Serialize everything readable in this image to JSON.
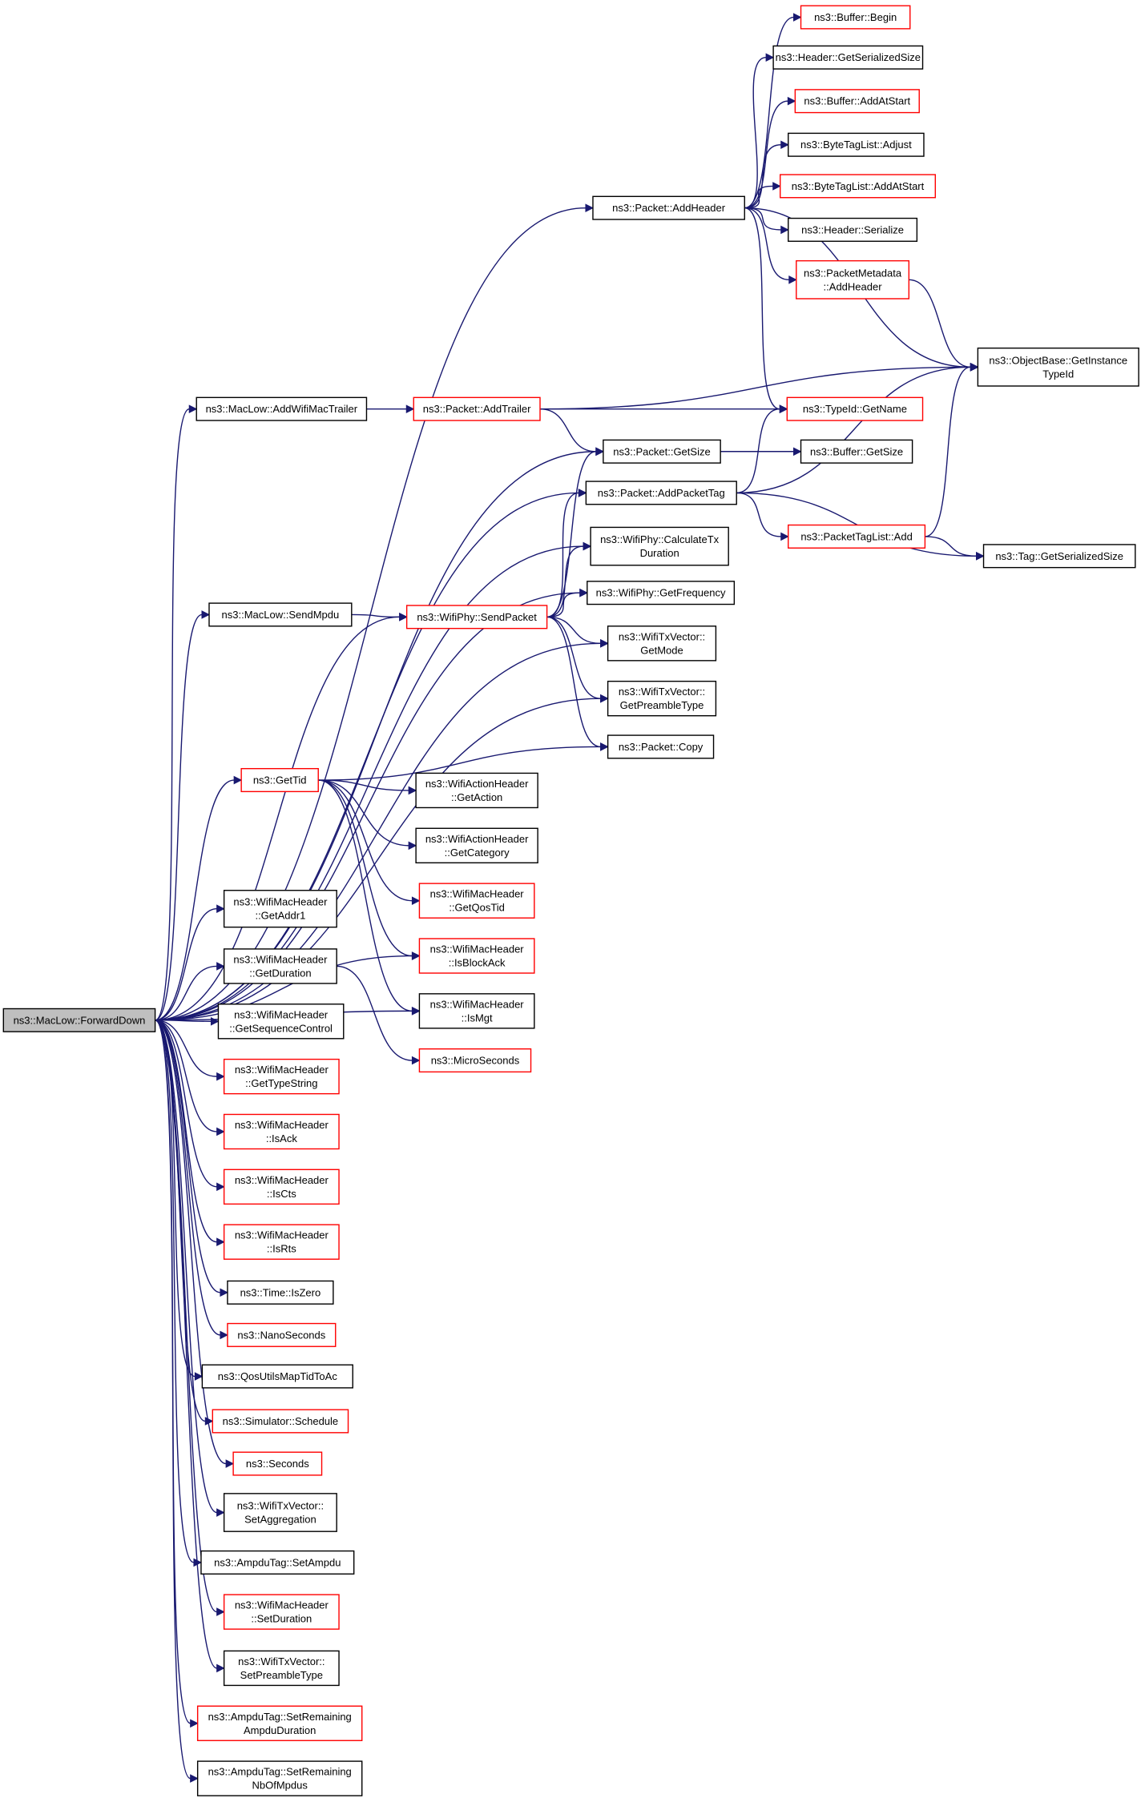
{
  "colors": {
    "edge": "#191970",
    "border_black": "#000000",
    "border_red": "#ff0000",
    "root_fill": "#bfbfbf",
    "node_fill": "#ffffff"
  },
  "nodes": [
    {
      "id": "root",
      "lines": [
        "ns3::MacLow::ForwardDown"
      ],
      "border": "black",
      "root": true
    },
    {
      "id": "addHeader",
      "lines": [
        "ns3::Packet::AddHeader"
      ],
      "border": "black"
    },
    {
      "id": "bufBegin",
      "lines": [
        "ns3::Buffer::Begin"
      ],
      "border": "red"
    },
    {
      "id": "hdrGetSer",
      "lines": [
        "ns3::Header::GetSerializedSize"
      ],
      "border": "black"
    },
    {
      "id": "bufAddAtStart",
      "lines": [
        "ns3::Buffer::AddAtStart"
      ],
      "border": "red"
    },
    {
      "id": "btlAdjust",
      "lines": [
        "ns3::ByteTagList::Adjust"
      ],
      "border": "black"
    },
    {
      "id": "btlAddAtStart",
      "lines": [
        "ns3::ByteTagList::AddAtStart"
      ],
      "border": "red"
    },
    {
      "id": "hdrSerialize",
      "lines": [
        "ns3::Header::Serialize"
      ],
      "border": "black"
    },
    {
      "id": "pmAddHeader",
      "lines": [
        "ns3::PacketMetadata",
        "::AddHeader"
      ],
      "border": "red"
    },
    {
      "id": "obGetInst",
      "lines": [
        "ns3::ObjectBase::GetInstance",
        "TypeId"
      ],
      "border": "black"
    },
    {
      "id": "addWifiMacTrailer",
      "lines": [
        "ns3::MacLow::AddWifiMacTrailer"
      ],
      "border": "black"
    },
    {
      "id": "addTrailer",
      "lines": [
        "ns3::Packet::AddTrailer"
      ],
      "border": "red"
    },
    {
      "id": "typeIdGetName",
      "lines": [
        "ns3::TypeId::GetName"
      ],
      "border": "red"
    },
    {
      "id": "pktGetSize",
      "lines": [
        "ns3::Packet::GetSize"
      ],
      "border": "black"
    },
    {
      "id": "bufGetSize",
      "lines": [
        "ns3::Buffer::GetSize"
      ],
      "border": "black"
    },
    {
      "id": "addPacketTag",
      "lines": [
        "ns3::Packet::AddPacketTag"
      ],
      "border": "black"
    },
    {
      "id": "ptlAdd",
      "lines": [
        "ns3::PacketTagList::Add"
      ],
      "border": "red"
    },
    {
      "id": "tagGetSer",
      "lines": [
        "ns3::Tag::GetSerializedSize"
      ],
      "border": "black"
    },
    {
      "id": "calcTx",
      "lines": [
        "ns3::WifiPhy::CalculateTx",
        "Duration"
      ],
      "border": "black"
    },
    {
      "id": "getFreq",
      "lines": [
        "ns3::WifiPhy::GetFrequency"
      ],
      "border": "black"
    },
    {
      "id": "sendMpdu",
      "lines": [
        "ns3::MacLow::SendMpdu"
      ],
      "border": "black"
    },
    {
      "id": "sendPacket",
      "lines": [
        "ns3::WifiPhy::SendPacket"
      ],
      "border": "red"
    },
    {
      "id": "getMode",
      "lines": [
        "ns3::WifiTxVector::",
        "GetMode"
      ],
      "border": "black"
    },
    {
      "id": "getPreamble",
      "lines": [
        "ns3::WifiTxVector::",
        "GetPreambleType"
      ],
      "border": "black"
    },
    {
      "id": "pktCopy",
      "lines": [
        "ns3::Packet::Copy"
      ],
      "border": "black"
    },
    {
      "id": "getTid",
      "lines": [
        "ns3::GetTid"
      ],
      "border": "red"
    },
    {
      "id": "getAction",
      "lines": [
        "ns3::WifiActionHeader",
        "::GetAction"
      ],
      "border": "black"
    },
    {
      "id": "getCategory",
      "lines": [
        "ns3::WifiActionHeader",
        "::GetCategory"
      ],
      "border": "black"
    },
    {
      "id": "getQosTid",
      "lines": [
        "ns3::WifiMacHeader",
        "::GetQosTid"
      ],
      "border": "red"
    },
    {
      "id": "isBlockAck",
      "lines": [
        "ns3::WifiMacHeader",
        "::IsBlockAck"
      ],
      "border": "red"
    },
    {
      "id": "isMgt",
      "lines": [
        "ns3::WifiMacHeader",
        "::IsMgt"
      ],
      "border": "black"
    },
    {
      "id": "getAddr1",
      "lines": [
        "ns3::WifiMacHeader",
        "::GetAddr1"
      ],
      "border": "black"
    },
    {
      "id": "getDuration",
      "lines": [
        "ns3::WifiMacHeader",
        "::GetDuration"
      ],
      "border": "black"
    },
    {
      "id": "microSeconds",
      "lines": [
        "ns3::MicroSeconds"
      ],
      "border": "red"
    },
    {
      "id": "getSeqCtrl",
      "lines": [
        "ns3::WifiMacHeader",
        "::GetSequenceControl"
      ],
      "border": "black"
    },
    {
      "id": "getTypeString",
      "lines": [
        "ns3::WifiMacHeader",
        "::GetTypeString"
      ],
      "border": "red"
    },
    {
      "id": "isAck",
      "lines": [
        "ns3::WifiMacHeader",
        "::IsAck"
      ],
      "border": "red"
    },
    {
      "id": "isCts",
      "lines": [
        "ns3::WifiMacHeader",
        "::IsCts"
      ],
      "border": "red"
    },
    {
      "id": "isRts",
      "lines": [
        "ns3::WifiMacHeader",
        "::IsRts"
      ],
      "border": "red"
    },
    {
      "id": "isZero",
      "lines": [
        "ns3::Time::IsZero"
      ],
      "border": "black"
    },
    {
      "id": "nanoSeconds",
      "lines": [
        "ns3::NanoSeconds"
      ],
      "border": "red"
    },
    {
      "id": "qosMap",
      "lines": [
        "ns3::QosUtilsMapTidToAc"
      ],
      "border": "black"
    },
    {
      "id": "schedule",
      "lines": [
        "ns3::Simulator::Schedule"
      ],
      "border": "red"
    },
    {
      "id": "seconds",
      "lines": [
        "ns3::Seconds"
      ],
      "border": "red"
    },
    {
      "id": "setAggregation",
      "lines": [
        "ns3::WifiTxVector::",
        "SetAggregation"
      ],
      "border": "black"
    },
    {
      "id": "setAmpdu",
      "lines": [
        "ns3::AmpduTag::SetAmpdu"
      ],
      "border": "black"
    },
    {
      "id": "setDuration",
      "lines": [
        "ns3::WifiMacHeader",
        "::SetDuration"
      ],
      "border": "red"
    },
    {
      "id": "setPreamble",
      "lines": [
        "ns3::WifiTxVector::",
        "SetPreambleType"
      ],
      "border": "black"
    },
    {
      "id": "setRemDur",
      "lines": [
        "ns3::AmpduTag::SetRemaining",
        "AmpduDuration"
      ],
      "border": "red"
    },
    {
      "id": "setRemNb",
      "lines": [
        "ns3::AmpduTag::SetRemaining",
        "NbOfMpdus"
      ],
      "border": "black"
    }
  ],
  "edges": [
    [
      "root",
      "addHeader"
    ],
    [
      "root",
      "addWifiMacTrailer"
    ],
    [
      "root",
      "pktGetSize"
    ],
    [
      "root",
      "addPacketTag"
    ],
    [
      "root",
      "calcTx"
    ],
    [
      "root",
      "getFreq"
    ],
    [
      "root",
      "sendMpdu"
    ],
    [
      "root",
      "sendPacket"
    ],
    [
      "root",
      "getMode"
    ],
    [
      "root",
      "getPreamble"
    ],
    [
      "root",
      "getTid"
    ],
    [
      "root",
      "isBlockAck"
    ],
    [
      "root",
      "isMgt"
    ],
    [
      "root",
      "getAddr1"
    ],
    [
      "root",
      "getDuration"
    ],
    [
      "root",
      "getSeqCtrl"
    ],
    [
      "root",
      "getTypeString"
    ],
    [
      "root",
      "isAck"
    ],
    [
      "root",
      "isCts"
    ],
    [
      "root",
      "isRts"
    ],
    [
      "root",
      "isZero"
    ],
    [
      "root",
      "nanoSeconds"
    ],
    [
      "root",
      "qosMap"
    ],
    [
      "root",
      "schedule"
    ],
    [
      "root",
      "seconds"
    ],
    [
      "root",
      "setAggregation"
    ],
    [
      "root",
      "setAmpdu"
    ],
    [
      "root",
      "setDuration"
    ],
    [
      "root",
      "setPreamble"
    ],
    [
      "root",
      "setRemDur"
    ],
    [
      "root",
      "setRemNb"
    ],
    [
      "addHeader",
      "bufBegin"
    ],
    [
      "addHeader",
      "hdrGetSer"
    ],
    [
      "addHeader",
      "bufAddAtStart"
    ],
    [
      "addHeader",
      "btlAdjust"
    ],
    [
      "addHeader",
      "btlAddAtStart"
    ],
    [
      "addHeader",
      "hdrSerialize"
    ],
    [
      "addHeader",
      "pmAddHeader"
    ],
    [
      "addHeader",
      "obGetInst"
    ],
    [
      "addHeader",
      "typeIdGetName"
    ],
    [
      "pmAddHeader",
      "obGetInst"
    ],
    [
      "addWifiMacTrailer",
      "addTrailer"
    ],
    [
      "addTrailer",
      "obGetInst"
    ],
    [
      "addTrailer",
      "typeIdGetName"
    ],
    [
      "addTrailer",
      "pktGetSize"
    ],
    [
      "pktGetSize",
      "bufGetSize"
    ],
    [
      "addPacketTag",
      "typeIdGetName"
    ],
    [
      "addPacketTag",
      "obGetInst"
    ],
    [
      "addPacketTag",
      "ptlAdd"
    ],
    [
      "addPacketTag",
      "tagGetSer"
    ],
    [
      "ptlAdd",
      "obGetInst"
    ],
    [
      "ptlAdd",
      "tagGetSer"
    ],
    [
      "sendMpdu",
      "sendPacket"
    ],
    [
      "sendPacket",
      "pktGetSize"
    ],
    [
      "sendPacket",
      "addPacketTag"
    ],
    [
      "sendPacket",
      "calcTx"
    ],
    [
      "sendPacket",
      "getFreq"
    ],
    [
      "sendPacket",
      "getMode"
    ],
    [
      "sendPacket",
      "getPreamble"
    ],
    [
      "sendPacket",
      "pktCopy"
    ],
    [
      "getTid",
      "pktCopy"
    ],
    [
      "getTid",
      "getAction"
    ],
    [
      "getTid",
      "getCategory"
    ],
    [
      "getTid",
      "getQosTid"
    ],
    [
      "getTid",
      "isBlockAck"
    ],
    [
      "getTid",
      "isMgt"
    ],
    [
      "getDuration",
      "microSeconds"
    ]
  ]
}
